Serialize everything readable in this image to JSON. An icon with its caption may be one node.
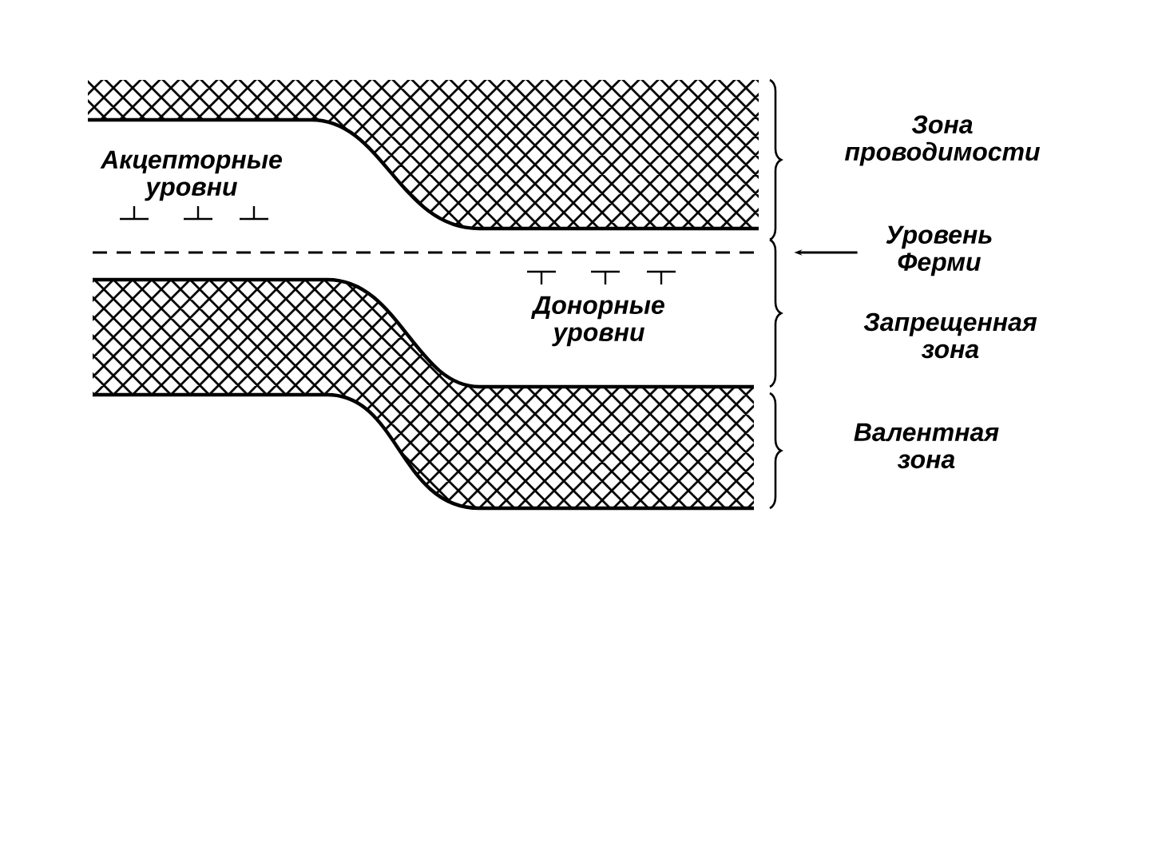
{
  "diagram": {
    "nodes": [
      {
        "text": [
          "Уровень Ферми"
        ]
      },
      {
        "text": [],
        "shape": "line"
      }
    ],
    "edges": [
      {
        "from": 0,
        "to": 1,
        "arrow": "to"
      }
    ],
    "labels": [
      "Зона проводимости",
      "Акцепторные уровни",
      "Донорные уровни",
      "Запрещенная зона",
      "Валентная зона"
    ]
  }
}
